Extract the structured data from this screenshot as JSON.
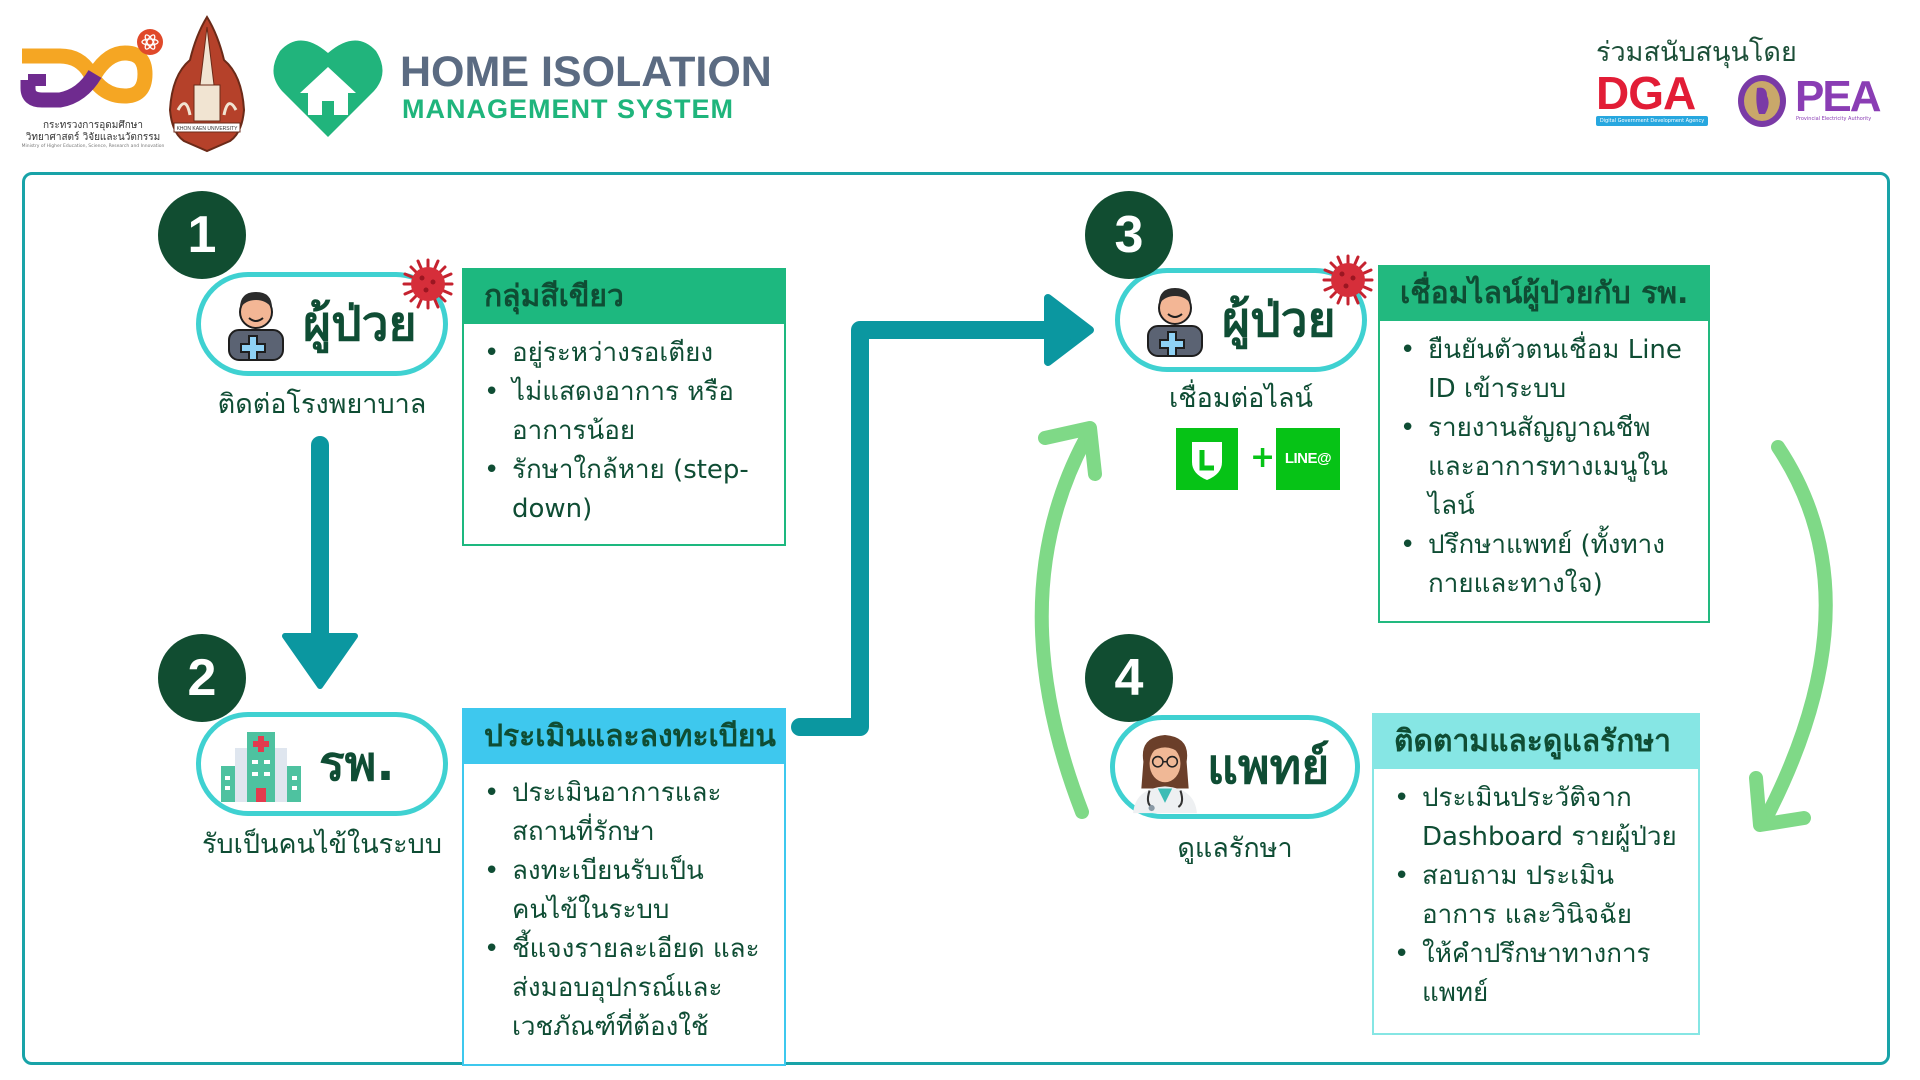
{
  "header": {
    "ministry_logo": {
      "icon": "mhesi-logo",
      "lines": [
        "กระทรวงการอุดมศึกษา",
        "วิทยาศาสตร์ วิจัยและนวัตกรรม"
      ],
      "english": "Ministry of Higher Education, Science, Research and Innovation"
    },
    "university_logo": {
      "icon": "khon-kaen-university-seal",
      "text": "KHON KAEN UNIVERSITY"
    },
    "app_logo": {
      "icon": "heart-house-icon"
    },
    "title": "HOME ISOLATION",
    "subtitle": "MANAGEMENT SYSTEM",
    "supporters": {
      "label": "ร่วมสนับสนุนโดย",
      "dga": {
        "name": "DGA",
        "tagline": "Digital Government Development Agency"
      },
      "pea": {
        "name": "PEA",
        "tagline": "Provincial Electricity Authority"
      }
    }
  },
  "steps": [
    {
      "number": "1",
      "actor": "ผู้ป่วย",
      "actor_icon": "patient-icon",
      "badge_icon": "virus-icon",
      "caption": "ติดต่อโรงพยาบาล",
      "box": {
        "title": "กลุ่มสีเขียว",
        "items": [
          "อยู่ระหว่างรอเตียง",
          "ไม่แสดงอาการ หรือ อาการน้อย",
          "รักษาใกล้หาย (step-down)"
        ]
      }
    },
    {
      "number": "2",
      "actor": "รพ.",
      "actor_icon": "hospital-icon",
      "caption": "รับเป็นคนไข้ในระบบ",
      "box": {
        "title": "ประเมินและลงทะเบียน",
        "items": [
          "ประเมินอาการและ สถานที่รักษา",
          "ลงทะเบียนรับเป็น คนไข้ในระบบ",
          "ชี้แจงรายละเอียด และ ส่งมอบอุปกรณ์และ เวชภัณฑ์ที่ต้องใช้"
        ]
      }
    },
    {
      "number": "3",
      "actor": "ผู้ป่วย",
      "actor_icon": "patient-icon",
      "badge_icon": "virus-icon",
      "caption": "เชื่อมต่อไลน์",
      "apps": {
        "line_icon": "line-official-icon",
        "plus": "+",
        "line_at": "LINE@"
      },
      "box": {
        "title": "เชื่อมไลน์ผู้ป่วยกับ รพ.",
        "items": [
          "ยืนยันตัวตนเชื่อม Line ID เข้าระบบ",
          "รายงานสัญญาณชีพ และอาการทางเมนูใน ไลน์",
          "ปรึกษาแพทย์ (ทั้งทาง กายและทางใจ)"
        ]
      }
    },
    {
      "number": "4",
      "actor": "แพทย์",
      "actor_icon": "doctor-icon",
      "caption": "ดูแลรักษา",
      "box": {
        "title": "ติดตามและดูแลรักษา",
        "items": [
          "ประเมินประวัติจาก Dashboard รายผู้ป่วย",
          "สอบถาม ประเมิน อาการ และวินิจฉัย",
          "ให้คำปรึกษาทางการ แพทย์"
        ]
      }
    }
  ],
  "colors": {
    "frame": "#18a3a8",
    "badge": "#114d31",
    "pill_border": "#3fd1d1",
    "text_dark_green": "#0f4d34",
    "box1_header": "#1db87f",
    "box2_header": "#3ec8ee",
    "box3_header": "#22b97f",
    "box4_header": "#86e6e4",
    "flow_arrow": "#0b97a0",
    "cycle_arrow": "#7fd987",
    "line_green": "#06c316"
  }
}
